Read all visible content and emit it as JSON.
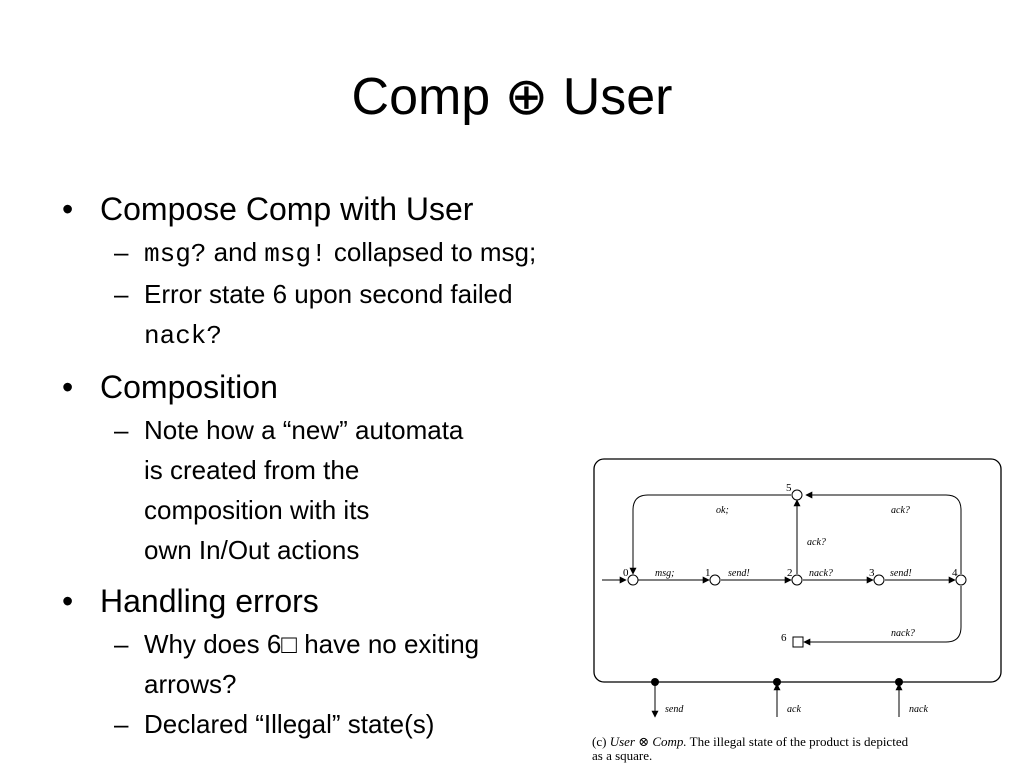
{
  "slide": {
    "title": "Comp ⊕ User"
  },
  "bullets": [
    {
      "text": "Compose Comp with User",
      "sub": [
        {
          "parts": [
            {
              "t": "msg?",
              "mono": true
            },
            {
              "t": " and ",
              "mono": false
            },
            {
              "t": "msg!",
              "mono": true
            },
            {
              "t": " collapsed to msg;",
              "mono": false
            }
          ]
        },
        {
          "parts": [
            {
              "t": "Error state 6 upon second failed ",
              "mono": false
            },
            {
              "t": "nack?",
              "mono": true
            }
          ]
        }
      ]
    },
    {
      "text": "Composition",
      "sub": [
        {
          "lines": [
            "Note how a “new” automata",
            "is created from the",
            "composition with its",
            "own In/Out actions"
          ]
        }
      ]
    },
    {
      "text": "Handling errors",
      "sub": [
        {
          "lines": [
            "Why does 6□ have no exiting",
            "arrows?"
          ]
        },
        {
          "lines": [
            "Declared “Illegal” state(s)"
          ]
        }
      ]
    }
  ],
  "diagram": {
    "states": [
      "0",
      "1",
      "2",
      "3",
      "4",
      "5",
      "6"
    ],
    "edges": {
      "e01": "msg;",
      "e12": "send!",
      "e23": "nack?",
      "e34": "send!",
      "e25": "ack?",
      "e45": "ack?",
      "e50": "ok;",
      "e46": "nack?"
    },
    "ports": [
      "send",
      "ack",
      "nack"
    ]
  },
  "caption": {
    "label": "(c)",
    "expr": "User ⊗ Comp.",
    "text1": " The illegal state of the product is depicted",
    "text2": "as a square."
  }
}
